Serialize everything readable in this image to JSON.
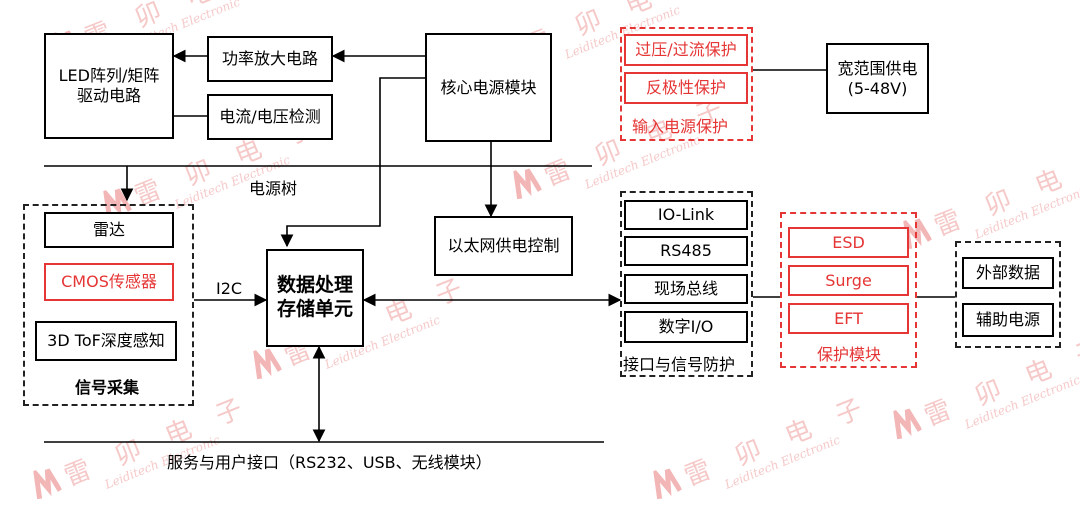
{
  "watermark": {
    "cn": "雷 卯 电 子",
    "en": "Leiditech Electronic"
  },
  "blocks": {
    "led": "LED阵列/矩阵\n驱动电路",
    "amp": "功率放大电路",
    "detect": "电流/电压检测",
    "core_power": "核心电源模块",
    "overvoltage": "过压/过流保护",
    "reverse": "反极性保护",
    "input_protect_label": "输入电源保护",
    "wide_supply": "宽范围供电\n(5-48V)",
    "power_tree": "电源树",
    "radar": "雷达",
    "cmos": "CMOS传感器",
    "tof": "3D ToF深度感知",
    "signal_label": "信号采集",
    "i2c": "I2C",
    "processor": "数据处理\n存储单元",
    "ethernet": "以太网供电控制",
    "io_link": "IO-Link",
    "rs485": "RS485",
    "fieldbus": "现场总线",
    "digital_io": "数字I/O",
    "interface_label": "接口与信号防护",
    "esd": "ESD",
    "surge": "Surge",
    "eft": "EFT",
    "protect_label": "保护模块",
    "ext_data": "外部数据",
    "aux_power": "辅助电源",
    "service": "服务与用户接口（RS232、USB、无线模块）"
  }
}
